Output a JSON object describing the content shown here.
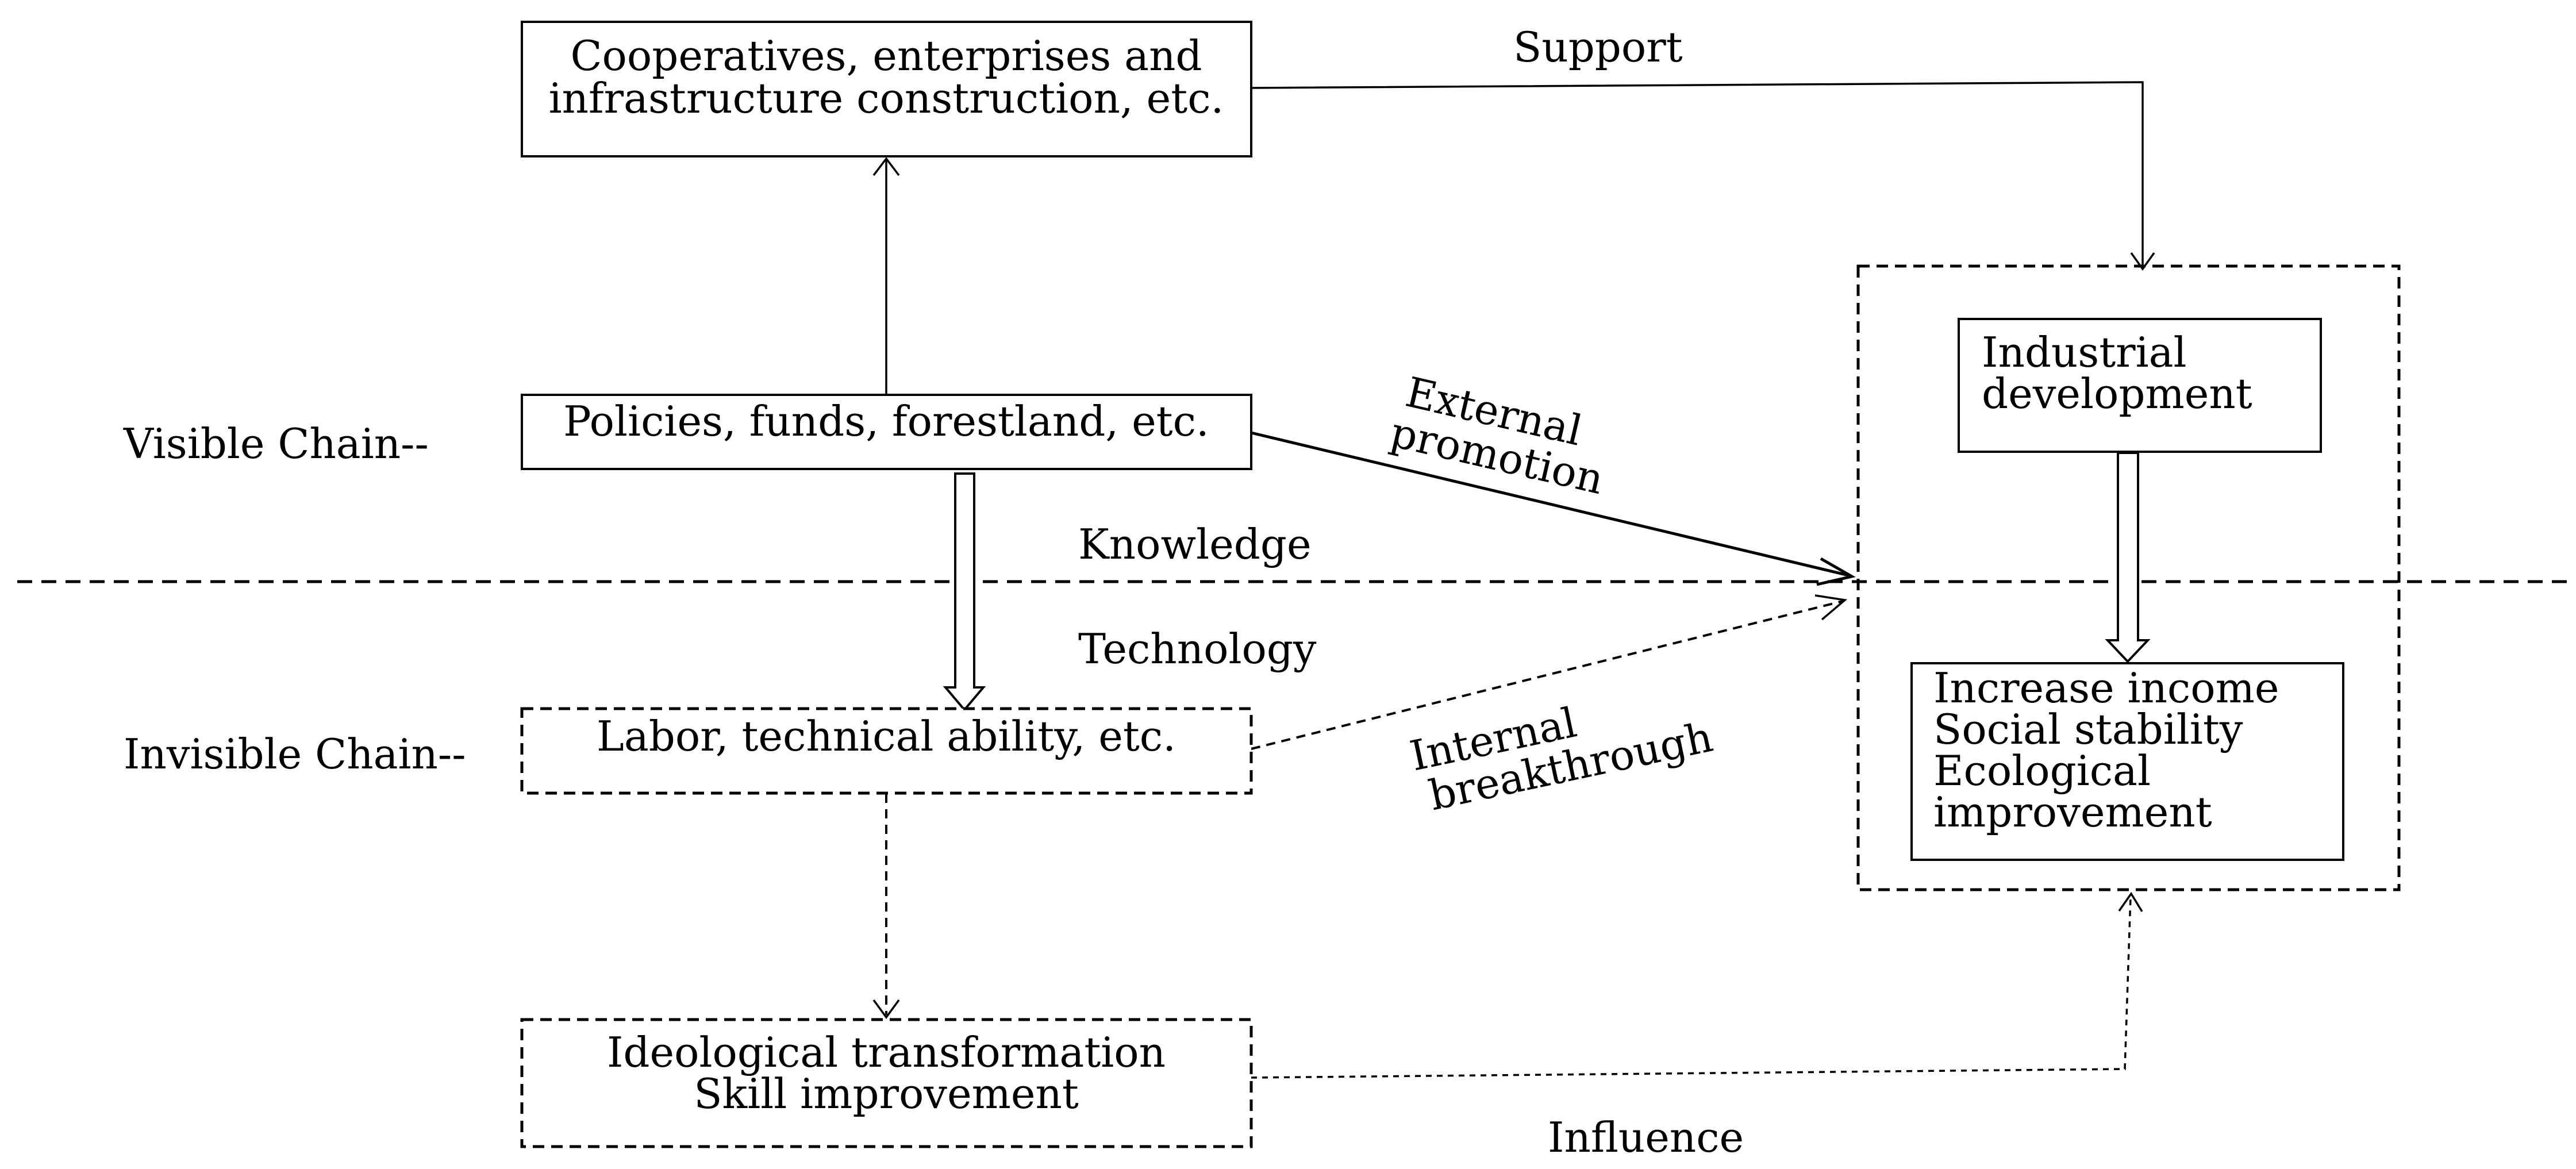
{
  "chains": {
    "visible": "Visible Chain--",
    "invisible": "Invisible Chain--"
  },
  "nodes": {
    "cooperatives": {
      "line1": "Cooperatives, enterprises and",
      "line2": "infrastructure construction, etc."
    },
    "policies": "Policies, funds, forestland, etc.",
    "labor": "Labor, technical ability, etc.",
    "ideological": {
      "line1": "Ideological transformation",
      "line2": "Skill improvement"
    },
    "industrial": {
      "line1": "Industrial",
      "line2": "development"
    },
    "outcomes": {
      "line1": "Increase income",
      "line2": "Social stability",
      "line3": "Ecological",
      "line4": "improvement"
    }
  },
  "edges": {
    "support": "Support",
    "external": {
      "line1": "External",
      "line2": "promotion"
    },
    "knowledge": "Knowledge",
    "technology": "Technology",
    "internal": {
      "line1": "Internal",
      "line2": "breakthrough"
    },
    "influence": "Influence"
  }
}
